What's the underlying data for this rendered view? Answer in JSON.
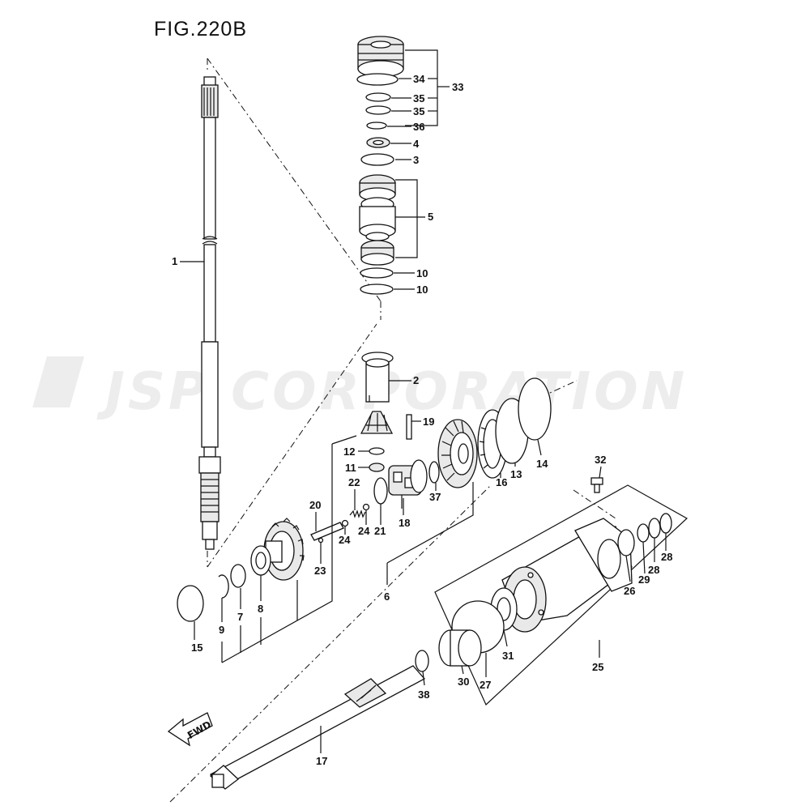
{
  "figure": {
    "title": "FIG.220B"
  },
  "watermark": {
    "text": "JSP CORPORATION"
  },
  "direction_arrow": {
    "label": "FWD"
  },
  "callouts": [
    "1",
    "2",
    "3",
    "4",
    "5",
    "6",
    "7",
    "8",
    "9",
    "10",
    "10",
    "11",
    "12",
    "13",
    "14",
    "15",
    "16",
    "17",
    "18",
    "19",
    "20",
    "21",
    "22",
    "23",
    "24",
    "24",
    "25",
    "26",
    "27",
    "28",
    "28",
    "29",
    "30",
    "31",
    "32",
    "33",
    "34",
    "35",
    "35",
    "36",
    "37",
    "38"
  ],
  "colors": {
    "line": "#111111",
    "watermark": "#ededed",
    "background": "#ffffff"
  }
}
